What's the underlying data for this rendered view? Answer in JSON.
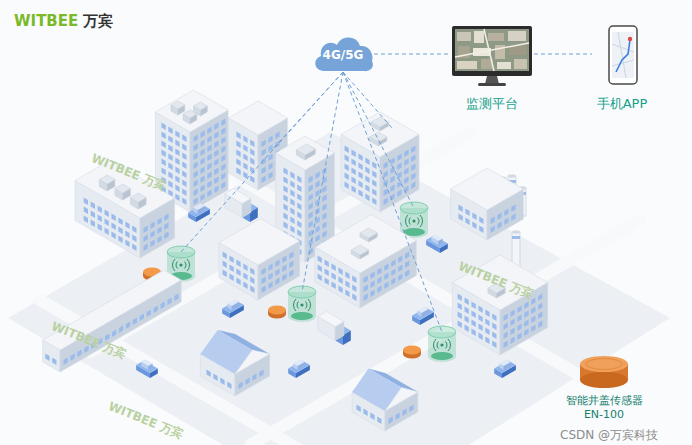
{
  "diagram": {
    "nodes": [
      {
        "text": [
          "4G/5G"
        ]
      },
      {
        "text": [
          "监测平台"
        ]
      },
      {
        "text": [
          "手机APP"
        ]
      },
      {
        "text": [
          "智能井盖传感器 EN-100"
        ]
      }
    ],
    "edges": [
      {
        "from": 0,
        "to": 1,
        "arrow": "none"
      },
      {
        "from": 1,
        "to": 2,
        "arrow": "none"
      }
    ],
    "labels": [
      "WITBEE",
      "万宾",
      "WITBEE 万宾",
      "WITBEE 万宾",
      "WITBEE 万宾",
      "WITBEE 万宾",
      "CSDN @万宾科技"
    ]
  }
}
